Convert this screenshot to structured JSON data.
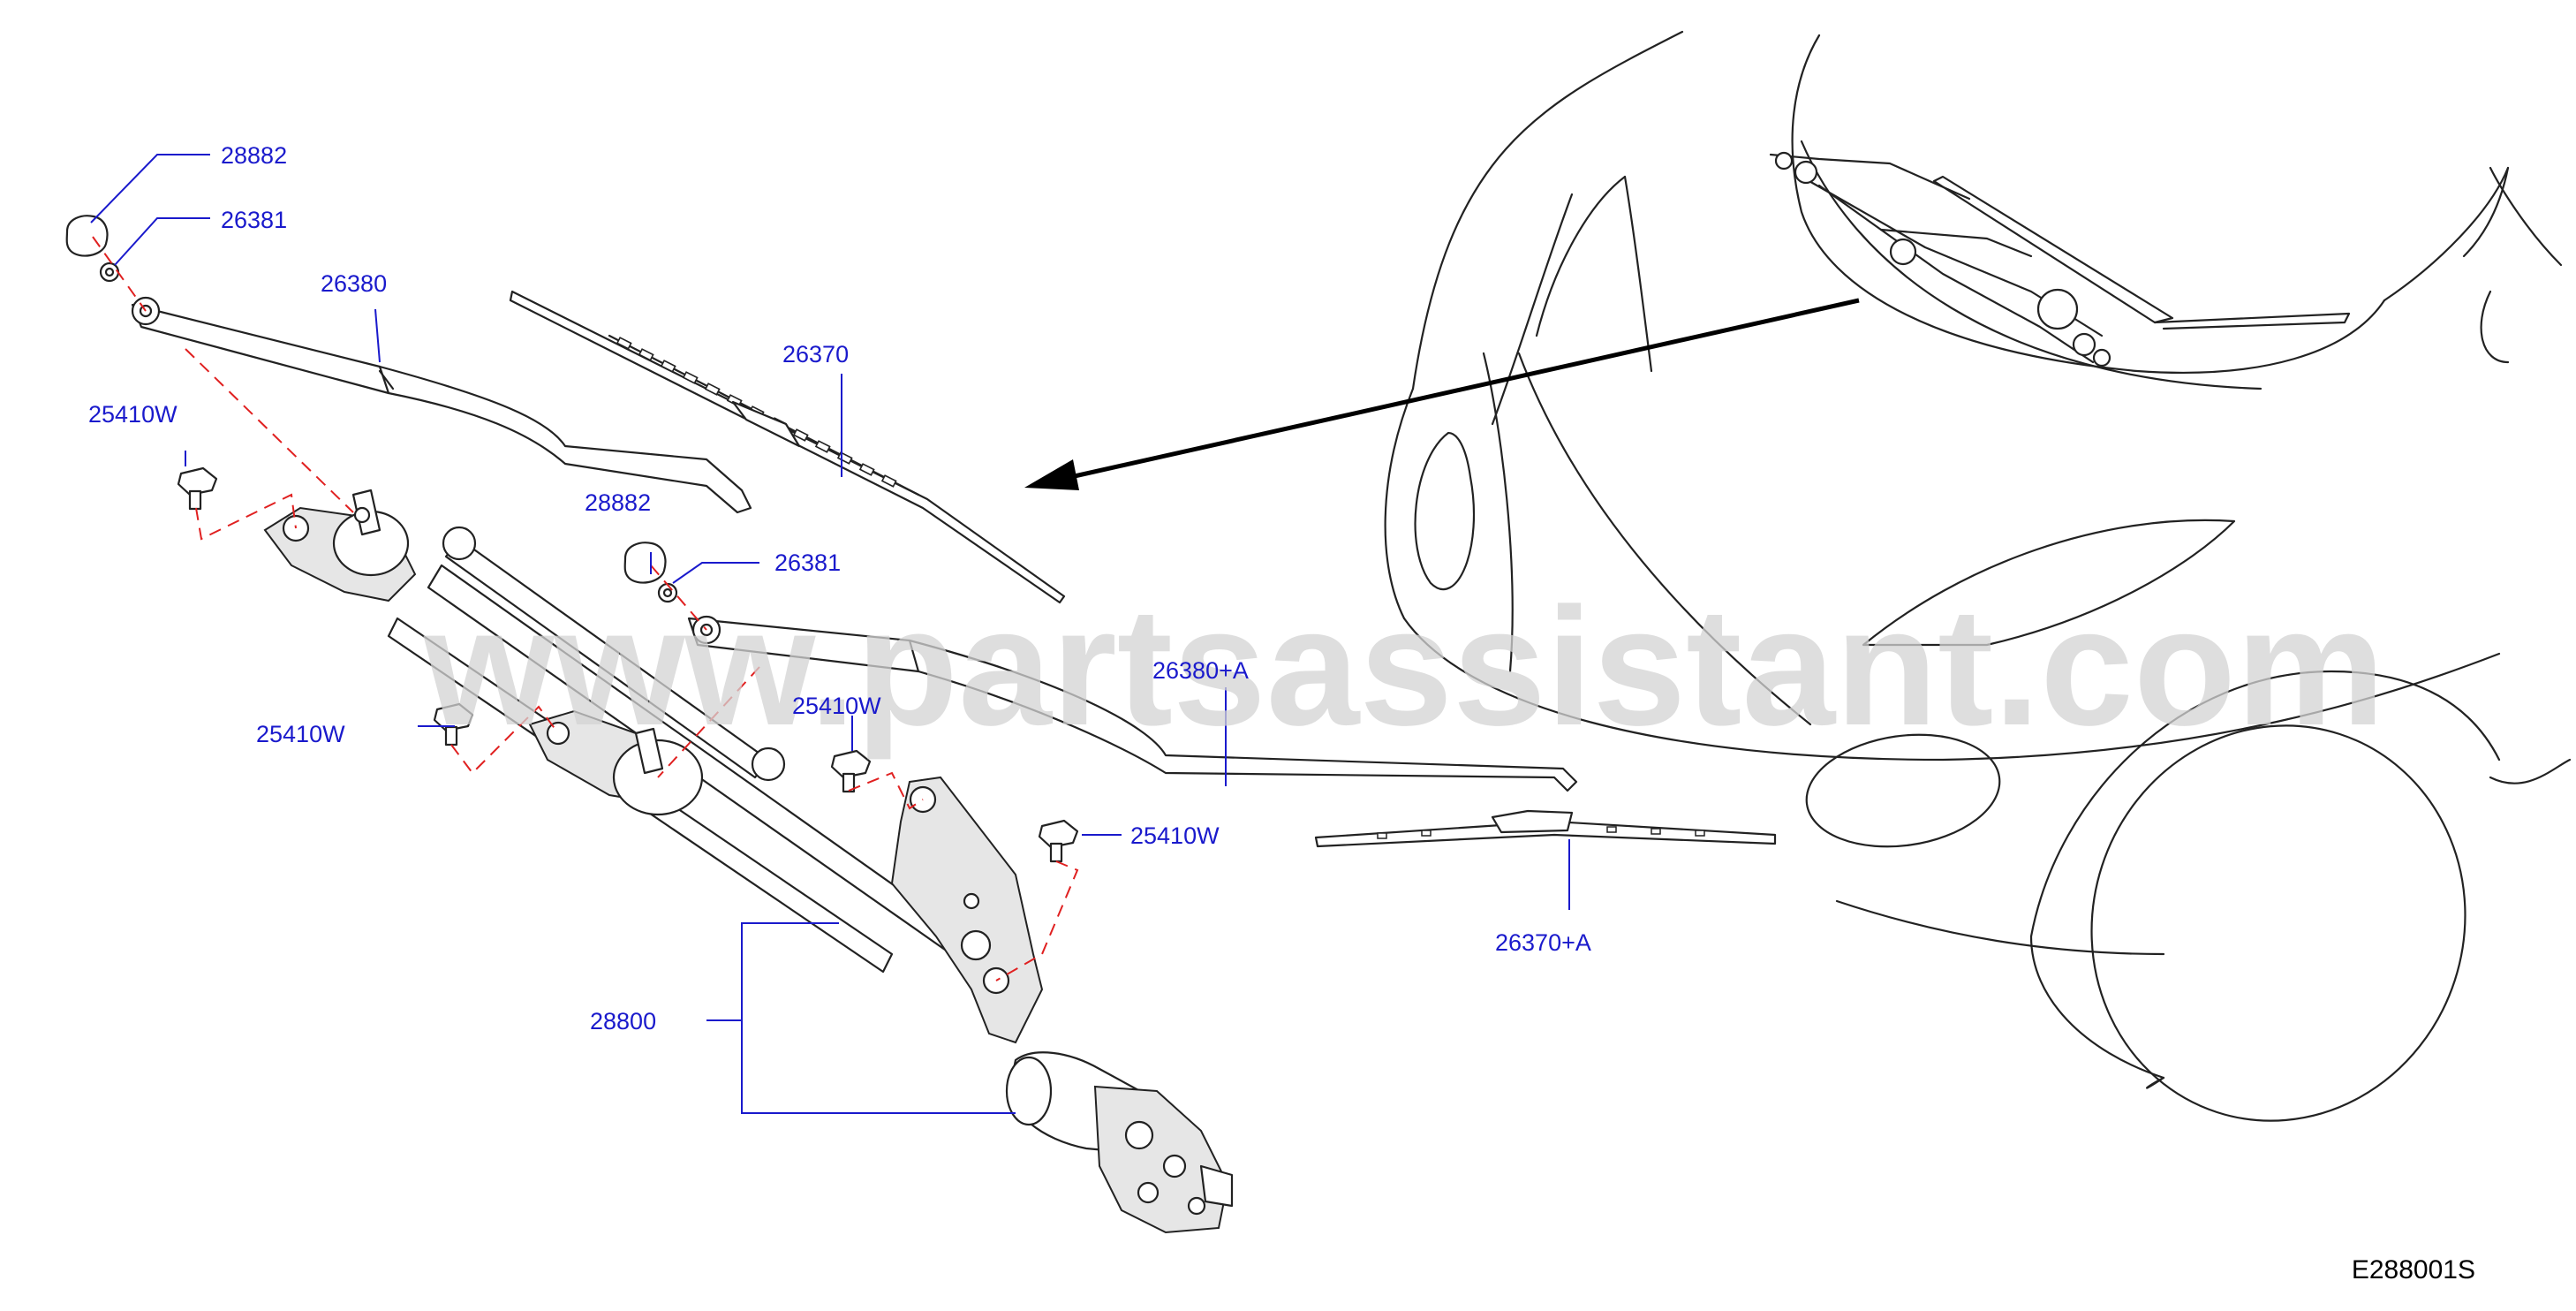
{
  "watermark": "www.partsassistant.com",
  "diagram_code": "E288001S",
  "labels": {
    "cap_top": "28882",
    "nut_top": "26381",
    "arm_left": "26380",
    "bolt_left_top": "25410W",
    "blade_left": "26370",
    "cap_mid": "28882",
    "nut_mid": "26381",
    "arm_right": "26380+A",
    "bolt_left_bottom": "25410W",
    "bolt_center": "25410W",
    "bolt_right": "25410W",
    "blade_right": "26370+A",
    "motor_linkage": "28800"
  },
  "colors": {
    "label_blue": "#1a1acc",
    "dash_red": "#e02020",
    "line_dark": "#222222",
    "watermark_gray": "#d4d4d4"
  }
}
